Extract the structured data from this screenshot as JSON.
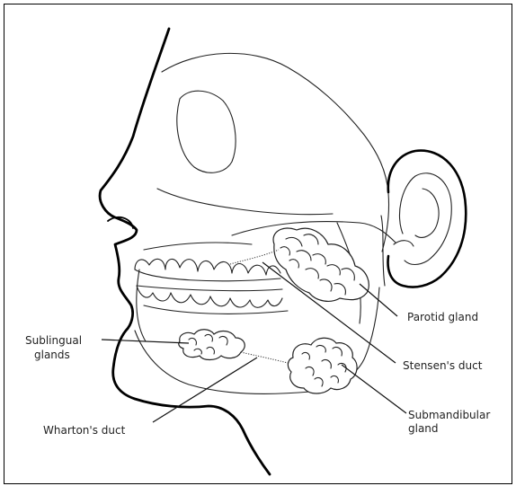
{
  "labels": {
    "parotid": "Parotid gland",
    "sublingual_1": "Sublingual",
    "sublingual_2": "glands",
    "stensen": "Stensen's duct",
    "submandibular_1": "Submandibular",
    "submandibular_2": "gland",
    "wharton": "Wharton's duct"
  },
  "colors": {
    "line": "#000000",
    "background": "#ffffff"
  }
}
